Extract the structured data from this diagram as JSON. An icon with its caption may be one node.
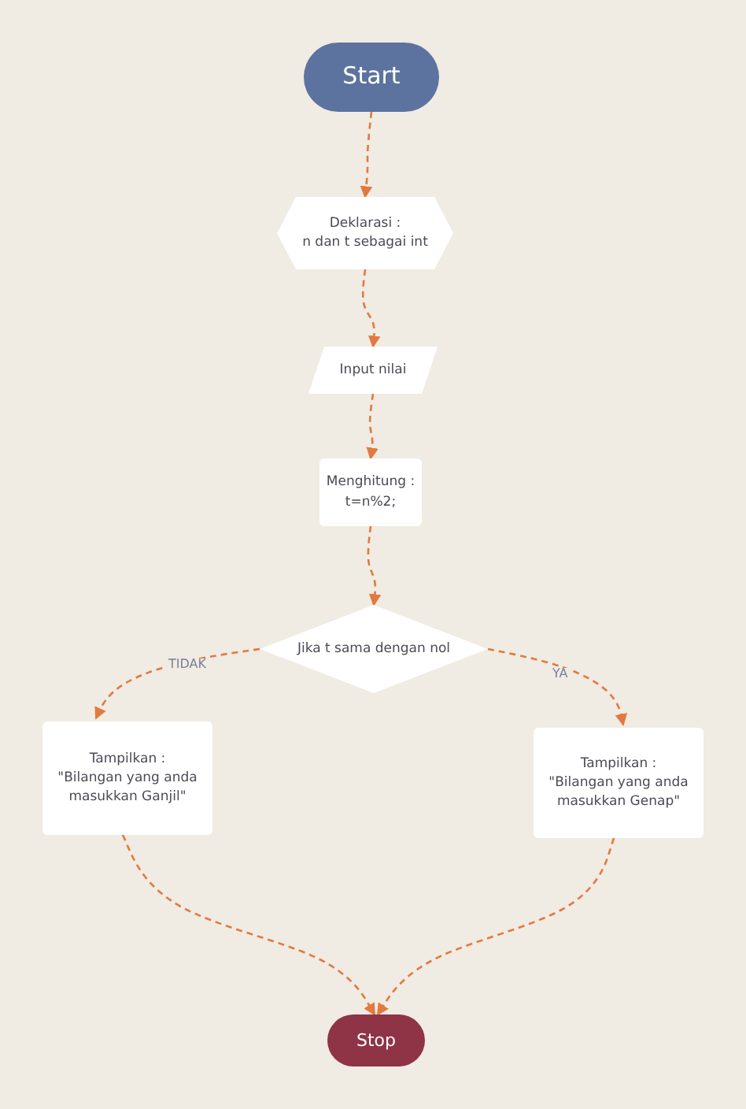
{
  "diagram": {
    "nodes": [
      {
        "text": [
          "Start"
        ]
      },
      {
        "text": [
          "Deklarasi :",
          "n dan t sebagai int"
        ]
      },
      {
        "text": [
          "Input nilai"
        ]
      },
      {
        "text": [
          "Menghitung :",
          "t=n%2;"
        ]
      },
      {
        "text": [
          "Jika t sama dengan nol"
        ]
      },
      {
        "text": [
          "Tampilkan :",
          "\"Bilangan yang anda masukkan Ganjil\""
        ]
      },
      {
        "text": [
          "Tampilkan :",
          "\"Bilangan yang anda masukkan Genap\""
        ]
      },
      {
        "text": [
          "Stop"
        ]
      }
    ],
    "edges": [
      {
        "from": 0,
        "to": 1,
        "arrow": "to"
      },
      {
        "from": 1,
        "to": 2,
        "arrow": "to"
      },
      {
        "from": 2,
        "to": 3,
        "arrow": "to"
      },
      {
        "from": 3,
        "to": 4,
        "arrow": "to"
      },
      {
        "from": 4,
        "to": 5,
        "arrow": "to",
        "label": "TIDAK"
      },
      {
        "from": 4,
        "to": 6,
        "arrow": "to",
        "label": "YA"
      },
      {
        "from": 5,
        "to": 7,
        "arrow": "to"
      },
      {
        "from": 6,
        "to": 7,
        "arrow": "to"
      }
    ]
  }
}
